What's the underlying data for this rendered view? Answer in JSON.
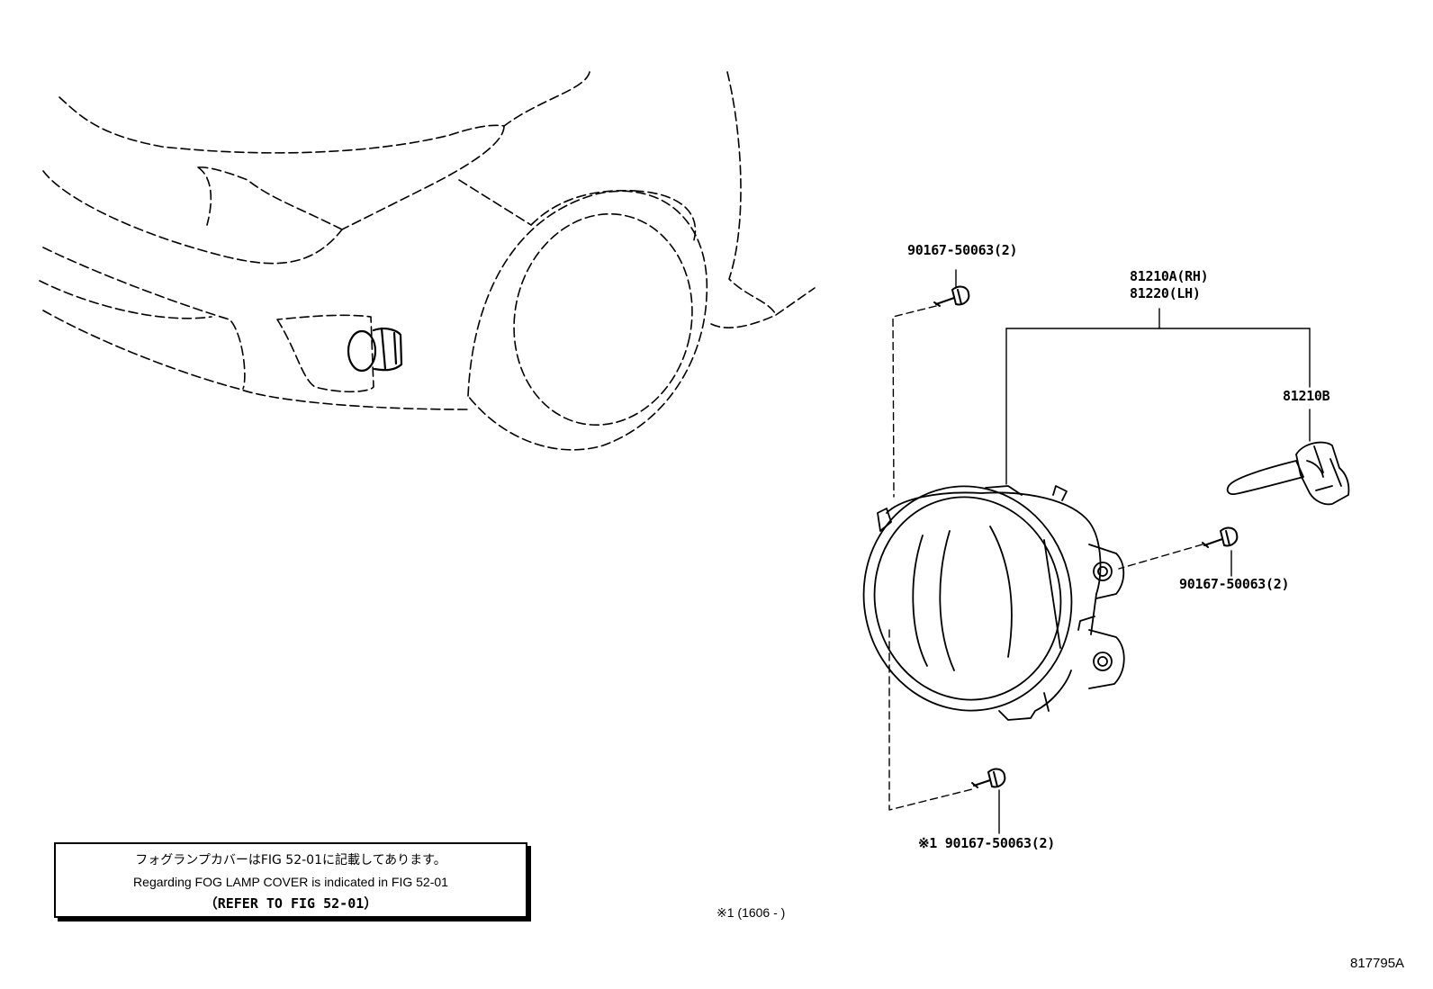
{
  "callouts": {
    "screw_top": "90167-50063(2)",
    "lamp_rh": "81210A(RH)",
    "lamp_lh": "81220(LH)",
    "bulb": "81210B",
    "screw_right": "90167-50063(2)",
    "screw_bottom": "※1 90167-50063(2)"
  },
  "note": {
    "japanese": "フォグランプカバーはFIG 52-01に記載してあります。",
    "english": "Regarding FOG LAMP COVER is indicated in FIG 52-01",
    "reference": "（REFER TO FIG 52-01）"
  },
  "footnote": "※1 (1606 -     )",
  "figure_id": "817795A",
  "colors": {
    "line": "#000000",
    "background": "#ffffff"
  }
}
